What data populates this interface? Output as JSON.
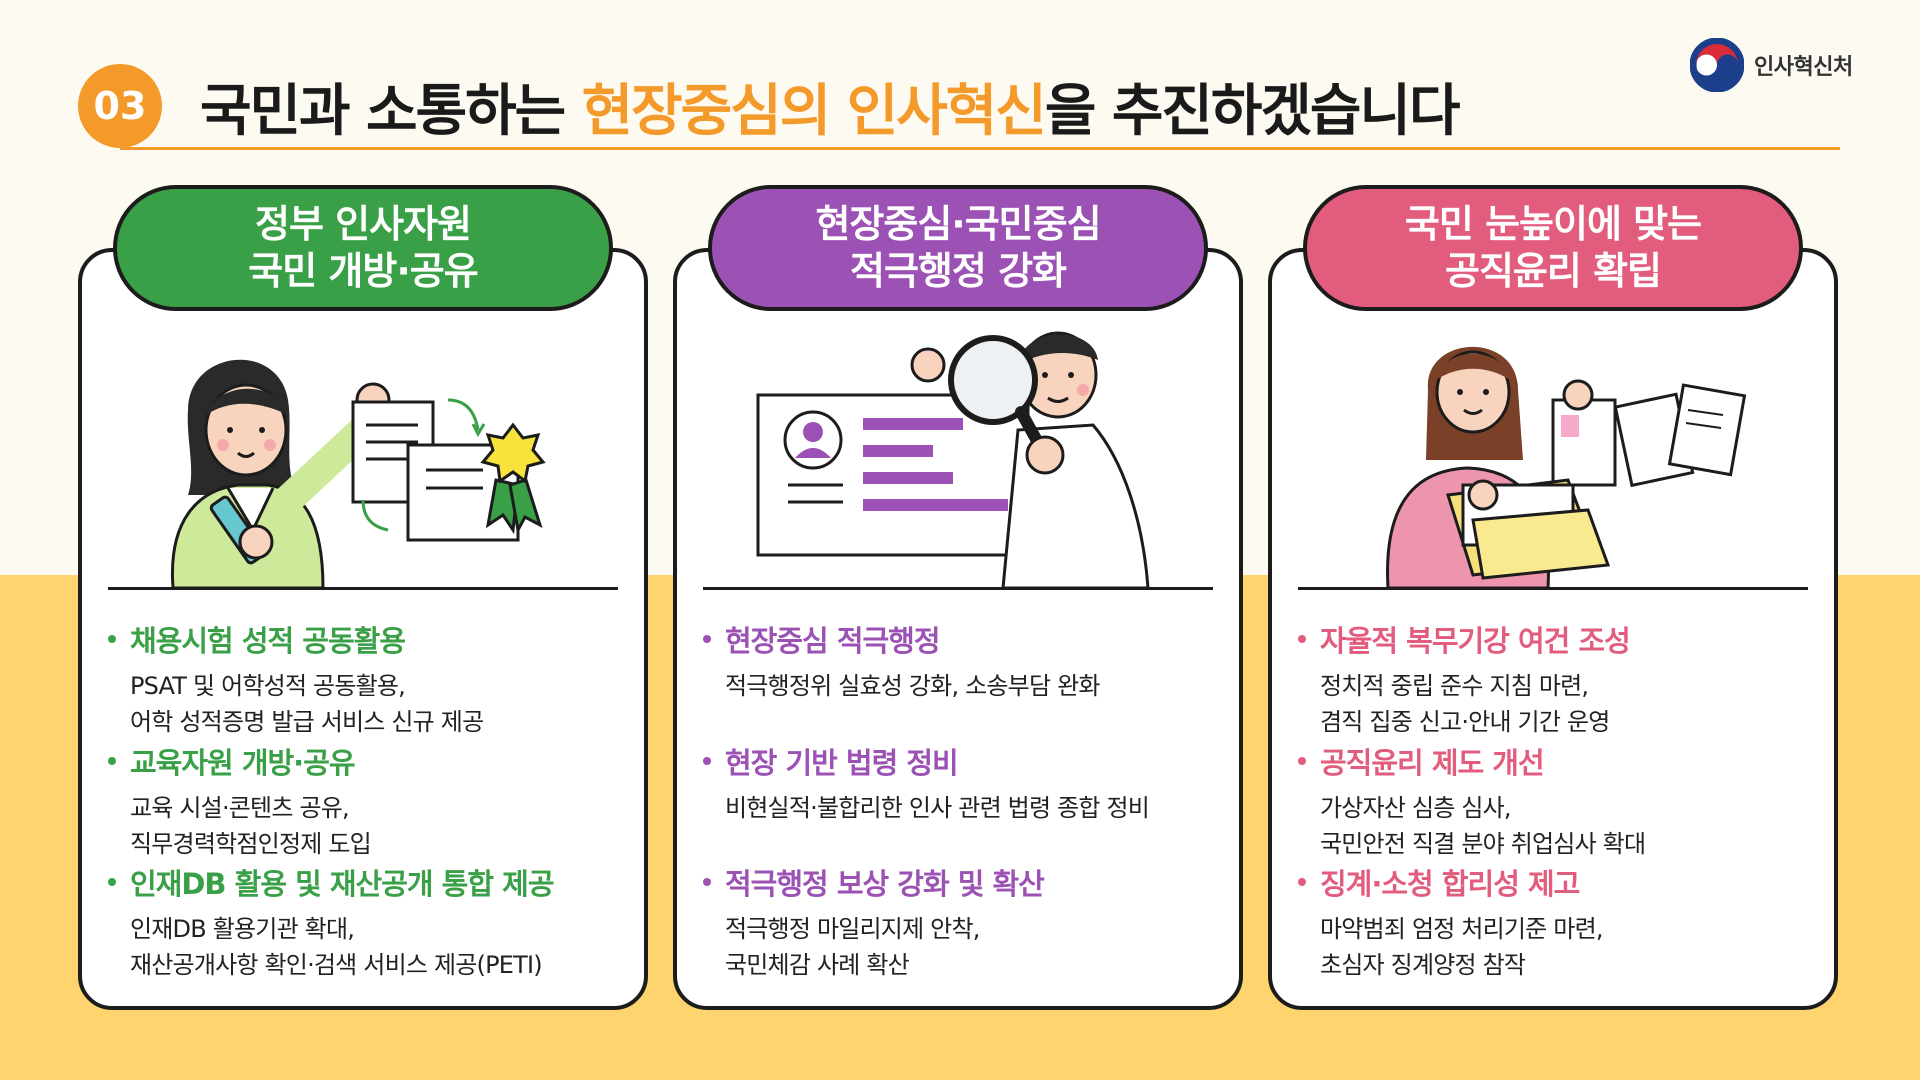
{
  "header": {
    "number": "03",
    "title_before": "국민과 소통하는 ",
    "title_highlight": "현장중심의 인사혁신",
    "title_after": "을 추진하겠습니다"
  },
  "logo": {
    "text": "인사혁신처"
  },
  "colors": {
    "orange": "#f39a2a",
    "green": "#3aa047",
    "purple": "#9b52b4",
    "pink": "#e25c7d",
    "yellow_bg": "#fdd46e"
  },
  "cards": [
    {
      "tab_line1": "정부 인사자원",
      "tab_line2": "국민 개방·공유",
      "items": [
        {
          "title": "채용시험 성적 공동활용",
          "desc1": "PSAT 및 어학성적 공동활용,",
          "desc2": "어학 성적증명 발급 서비스 신규 제공"
        },
        {
          "title": "교육자원 개방·공유",
          "desc1": "교육 시설·콘텐츠 공유,",
          "desc2": "직무경력학점인정제 도입"
        },
        {
          "title": "인재DB 활용 및 재산공개 통합 제공",
          "desc1": "인재DB 활용기관 확대,",
          "desc2": "재산공개사항 확인·검색 서비스 제공(PETI)"
        }
      ]
    },
    {
      "tab_line1": "현장중심·국민중심",
      "tab_line2": "적극행정 강화",
      "items": [
        {
          "title": "현장중심 적극행정",
          "desc1": "적극행정위 실효성 강화, 소송부담 완화",
          "desc2": ""
        },
        {
          "title": "현장 기반 법령 정비",
          "desc1": "비현실적·불합리한 인사 관련 법령 종합 정비",
          "desc2": ""
        },
        {
          "title": "적극행정 보상 강화 및 확산",
          "desc1": "적극행정 마일리지제 안착,",
          "desc2": "국민체감 사례 확산"
        }
      ]
    },
    {
      "tab_line1": "국민 눈높이에 맞는",
      "tab_line2": "공직윤리 확립",
      "items": [
        {
          "title": "자율적 복무기강 여건 조성",
          "desc1": "정치적 중립 준수 지침 마련,",
          "desc2": "겸직 집중 신고·안내 기간 운영"
        },
        {
          "title": "공직윤리 제도 개선",
          "desc1": "가상자산 심층 심사,",
          "desc2": "국민안전 직결 분야 취업심사 확대"
        },
        {
          "title": "징계·소청 합리성 제고",
          "desc1": "마약범죄 엄정 처리기준 마련,",
          "desc2": "초심자 징계양정 참작"
        }
      ]
    }
  ]
}
